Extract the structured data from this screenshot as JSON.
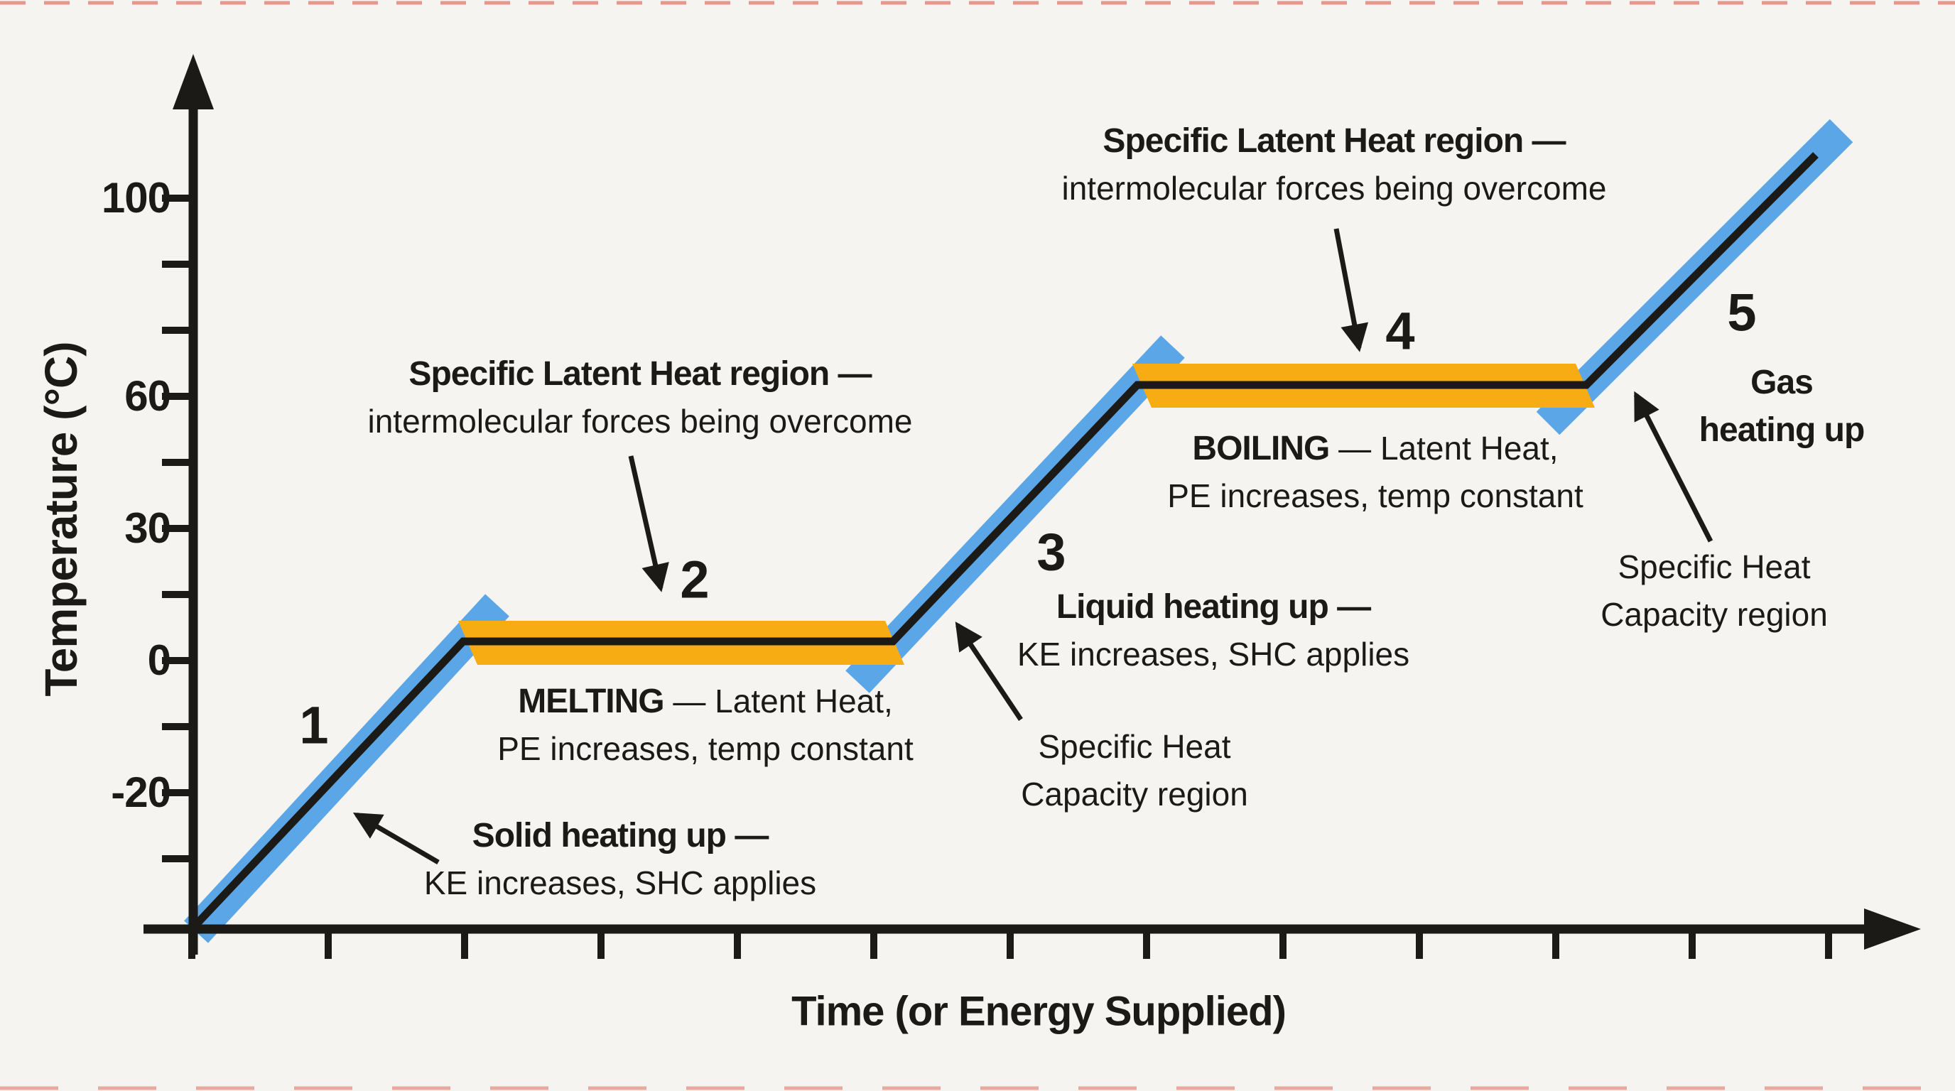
{
  "colors": {
    "background": "#f5f4f0",
    "band_blue": "#5ba6e7",
    "band_orange": "#f8ac14",
    "curve_black": "#1c1a17",
    "text": "#1b1a17",
    "edge_artifact_red": "#d93a28"
  },
  "y_axis": {
    "title": "Temperature (°C)",
    "tick_labels": [
      "100",
      "60",
      "30",
      "0",
      "-20"
    ]
  },
  "x_axis": {
    "title": "Time (or Energy Supplied)"
  },
  "stage_numbers": [
    "1",
    "2",
    "3",
    "4",
    "5"
  ],
  "annotations": {
    "latent_heat_top": {
      "line1": "Specific Latent Heat region —",
      "line2": "intermolecular forces being overcome"
    },
    "latent_heat_left": {
      "line1": "Specific Latent Heat region —",
      "line2": "intermolecular forces being overcome"
    },
    "melting": {
      "head": "MELTING",
      "head_rest": " — Latent Heat,",
      "line2": "PE increases, temp constant"
    },
    "boiling": {
      "head": "BOILING",
      "head_rest": " — Latent Heat,",
      "line2": "PE increases, temp constant"
    },
    "solid_heating": {
      "line1": "Solid heating up —",
      "line2": "KE increases, SHC applies"
    },
    "liquid_heating": {
      "line1": "Liquid heating up —",
      "line2": "KE increases, SHC applies"
    },
    "gas_heating": {
      "line1": "Gas",
      "line2": "heating up"
    },
    "shc_region_mid": {
      "line1": "Specific Heat",
      "line2": "Capacity region"
    },
    "shc_region_right": {
      "line1": "Specific Heat",
      "line2": "Capacity region"
    }
  },
  "chart_data": {
    "type": "line",
    "title": "Heating curve — changes of state",
    "xlabel": "Time (or Energy Supplied)",
    "ylabel": "Temperature (°C)",
    "y_tick_labels_shown": [
      100,
      60,
      30,
      0,
      -20
    ],
    "ylim": [
      -40,
      110
    ],
    "x_ticks": "13 evenly spaced unlabeled tick marks",
    "grid": false,
    "series": [
      {
        "name": "temperature",
        "points_x_in_tick_units": [
          0,
          2.0,
          5.1,
          6.9,
          10.2,
          11.9
        ],
        "points_temp_c": [
          -40,
          0,
          0,
          60,
          60,
          110
        ]
      }
    ],
    "stages": [
      {
        "stage": 1,
        "kind": "rising",
        "label": "Solid heating up",
        "temp_from": -40,
        "temp_to": 0,
        "note": "KE increases, SHC applies",
        "region": "Specific Heat Capacity region",
        "band_color": "blue"
      },
      {
        "stage": 2,
        "kind": "plateau",
        "label": "MELTING",
        "temp": 0,
        "note": "Latent Heat, PE increases, temp constant",
        "region": "Specific Latent Heat region — intermolecular forces being overcome",
        "band_color": "orange"
      },
      {
        "stage": 3,
        "kind": "rising",
        "label": "Liquid heating up",
        "temp_from": 0,
        "temp_to": 60,
        "note": "KE increases, SHC applies",
        "region": "Specific Heat Capacity region",
        "band_color": "blue"
      },
      {
        "stage": 4,
        "kind": "plateau",
        "label": "BOILING",
        "temp": 60,
        "note": "Latent Heat, PE increases, temp constant",
        "region": "Specific Latent Heat region — intermolecular forces being overcome",
        "band_color": "orange"
      },
      {
        "stage": 5,
        "kind": "rising",
        "label": "Gas heating up",
        "temp_from": 60,
        "temp_to": 110,
        "note": "Specific Heat Capacity region",
        "band_color": "blue"
      }
    ]
  }
}
